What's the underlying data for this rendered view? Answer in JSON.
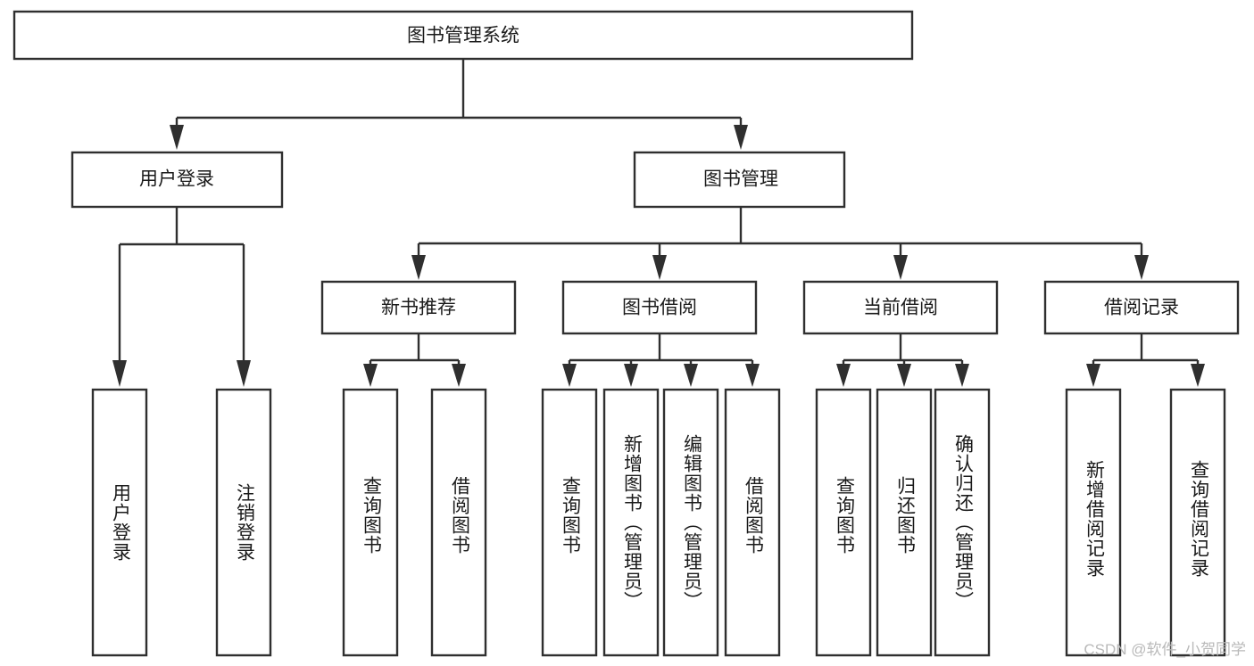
{
  "diagram": {
    "type": "tree-hierarchy-chart",
    "title": "图书管理系统",
    "root": {
      "id": "root",
      "label": "图书管理系统",
      "level": 0
    },
    "level2": [
      {
        "id": "user-login",
        "label": "用户登录",
        "level": 1
      },
      {
        "id": "book-management",
        "label": "图书管理",
        "level": 1
      }
    ],
    "level3": [
      {
        "id": "new-book-recommend",
        "label": "新书推荐",
        "level": 2,
        "parent": "book-management"
      },
      {
        "id": "book-borrow",
        "label": "图书借阅",
        "level": 2,
        "parent": "book-management"
      },
      {
        "id": "current-borrow",
        "label": "当前借阅",
        "level": 2,
        "parent": "book-management"
      },
      {
        "id": "borrow-record",
        "label": "借阅记录",
        "level": 2,
        "parent": "book-management"
      }
    ],
    "leaves": [
      {
        "id": "leaf-user-login",
        "label": "用户登录",
        "parent": "user-login"
      },
      {
        "id": "leaf-logout-login",
        "label": "注销登录",
        "parent": "user-login"
      },
      {
        "id": "leaf-query-book-1",
        "label": "查询图书",
        "parent": "new-book-recommend"
      },
      {
        "id": "leaf-borrow-book-1",
        "label": "借阅图书",
        "parent": "new-book-recommend"
      },
      {
        "id": "leaf-query-book-2",
        "label": "查询图书",
        "parent": "book-borrow"
      },
      {
        "id": "leaf-add-book",
        "label": "新增图书（管理员）",
        "parent": "book-borrow"
      },
      {
        "id": "leaf-edit-book",
        "label": "编辑图书（管理员）",
        "parent": "book-borrow"
      },
      {
        "id": "leaf-borrow-book-2",
        "label": "借阅图书",
        "parent": "book-borrow"
      },
      {
        "id": "leaf-query-book-3",
        "label": "查询图书",
        "parent": "current-borrow"
      },
      {
        "id": "leaf-return-book",
        "label": "归还图书",
        "parent": "current-borrow"
      },
      {
        "id": "leaf-confirm-return",
        "label": "确认归还（管理员）",
        "parent": "current-borrow"
      },
      {
        "id": "leaf-add-record",
        "label": "新增借阅记录",
        "parent": "borrow-record"
      },
      {
        "id": "leaf-query-record",
        "label": "查询借阅记录",
        "parent": "borrow-record"
      }
    ]
  },
  "watermark": {
    "text": "CSDN @软件_小贺同学"
  },
  "colors": {
    "box_stroke": "#2f2f2f",
    "box_fill": "#ffffff",
    "text": "#1a1a1a",
    "watermark": "#b9b9b9",
    "background": "#ffffff"
  }
}
